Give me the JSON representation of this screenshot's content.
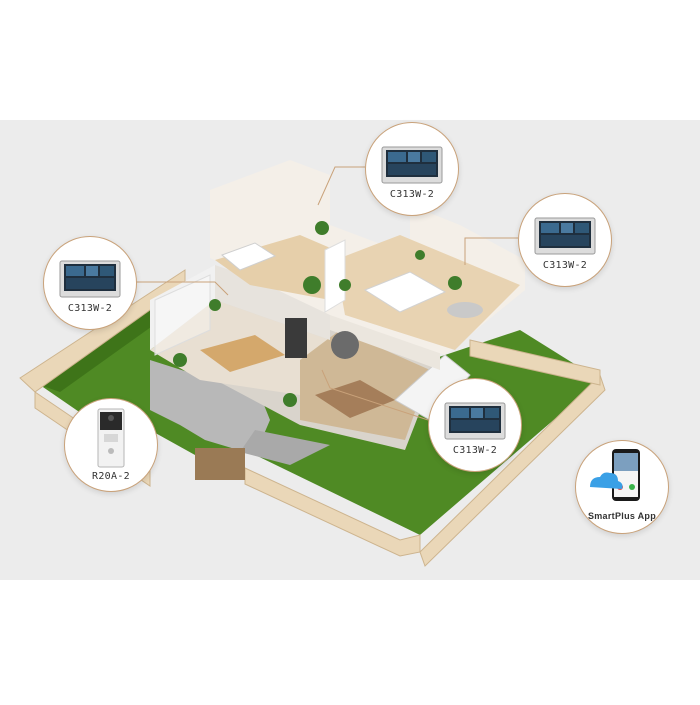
{
  "image": {
    "description_colors": {
      "background": "#ffffff",
      "band": "#ececec",
      "grass": "#4f8a24",
      "fence": "#e8d3b4",
      "wall": "#efece7",
      "floor": "#e3cba8",
      "bubble_border": "#c9a27a"
    }
  },
  "callouts": [
    {
      "label": "C313W-2",
      "icon": "indoor-monitor-icon"
    },
    {
      "label": "C313W-2",
      "icon": "indoor-monitor-icon"
    },
    {
      "label": "C313W-2",
      "icon": "indoor-monitor-icon"
    },
    {
      "label": "C313W-2",
      "icon": "indoor-monitor-icon"
    },
    {
      "label": "R20A-2",
      "icon": "door-phone-icon"
    },
    {
      "label": "SmartPlus App",
      "icon": "smartphone-app-icon"
    }
  ]
}
